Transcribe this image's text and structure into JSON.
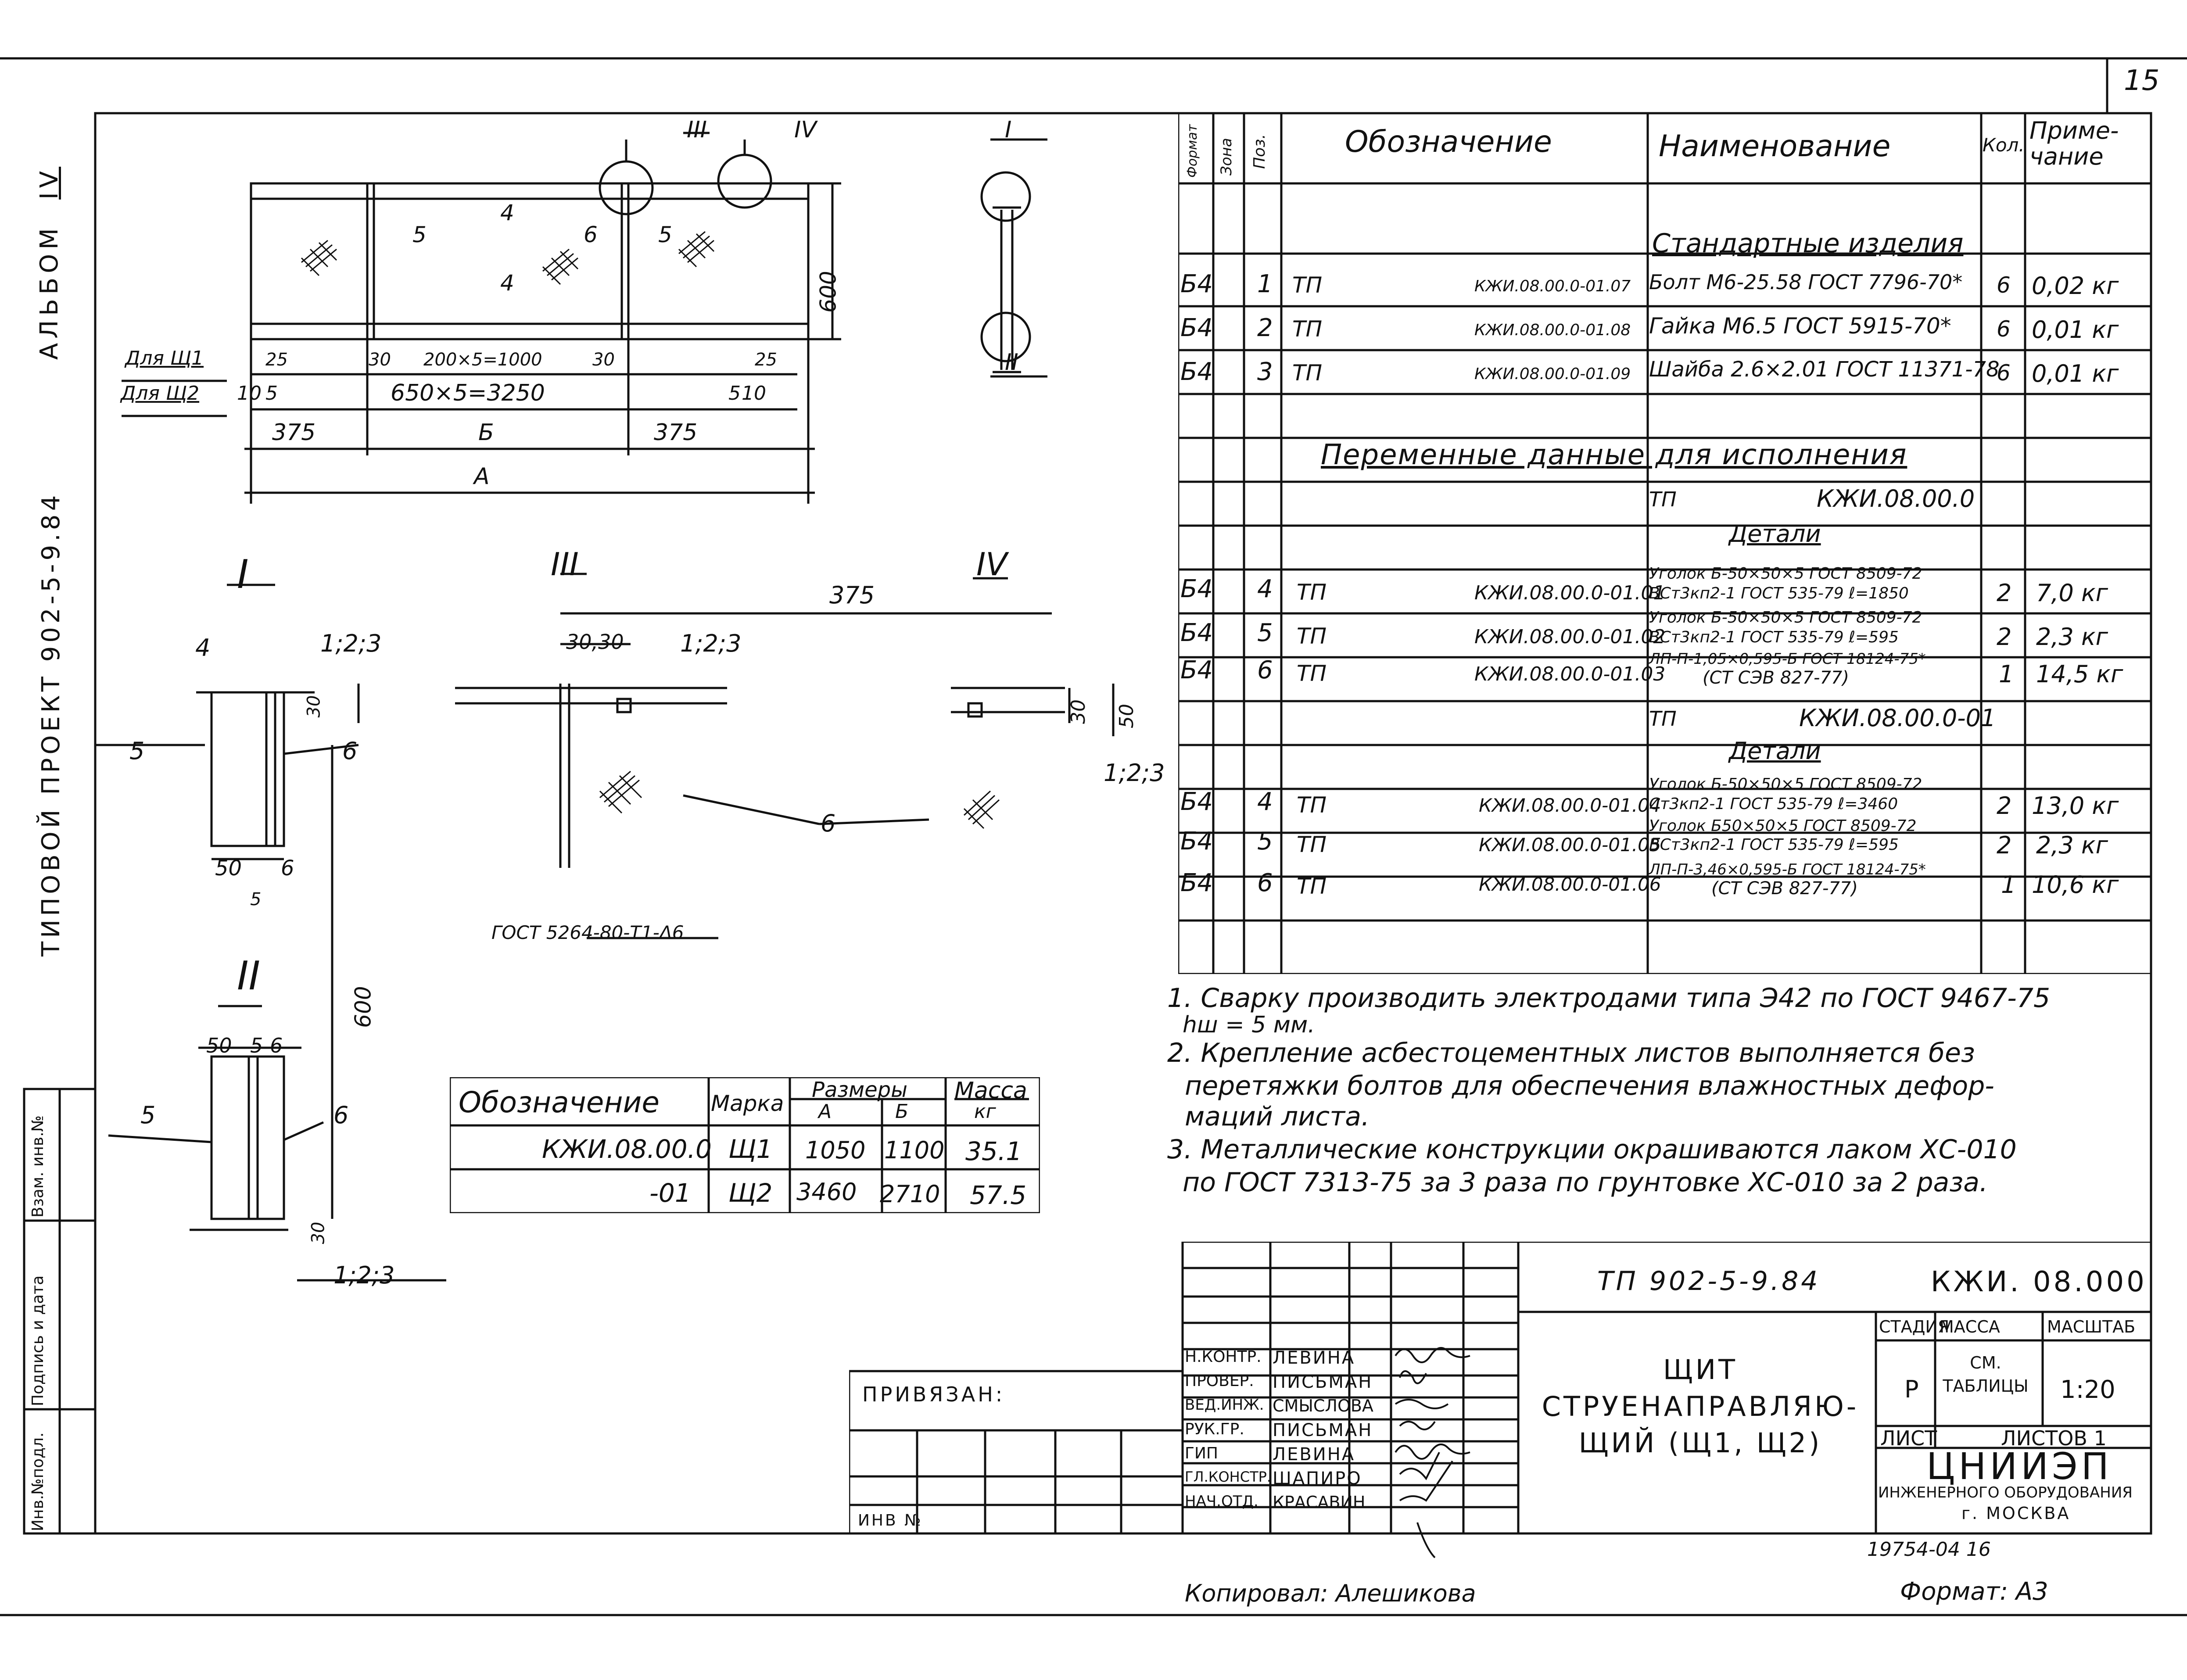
{
  "sheet": {
    "page_number": "15",
    "copied_by": "Копировал: Алешикова",
    "format": "Формат: А3",
    "archive_number": "19754-04   16"
  },
  "left_margin": {
    "album": "АЛЬБОМ",
    "album_number": "IV",
    "project": "ТИПОВОЙ  ПРОЕКТ  902-5-9.84",
    "fields": [
      "Инв.№подл.",
      "Подпись и дата",
      "Взам. инв.№"
    ]
  },
  "spec_table": {
    "headers": {
      "format": "Формат",
      "zone": "Зона",
      "pos": "Поз.",
      "designation": "Обозначение",
      "name": "Наименование",
      "qty": "Кол.",
      "note": "Приме-чание"
    },
    "sections": {
      "standard": "Стандартные изделия",
      "variable": "Переменные данные для исполнения",
      "tp1": "ТП",
      "code1": "КЖИ.08.00.0",
      "details1": "Детали",
      "tp2": "ТП",
      "code2": "КЖИ.08.00.0-01",
      "details2": "Детали"
    },
    "rows_standard": [
      {
        "format": "Б4",
        "pos": "1",
        "tp": "ТП",
        "designation": "КЖИ.08.00.0-01.07",
        "name": "Болт М6-25.58 ГОСТ 7796-70*",
        "qty": "6",
        "note": "0,02 кг"
      },
      {
        "format": "Б4",
        "pos": "2",
        "tp": "ТП",
        "designation": "КЖИ.08.00.0-01.08",
        "name": "Гайка М6.5 ГОСТ 5915-70*",
        "qty": "6",
        "note": "0,01 кг"
      },
      {
        "format": "Б4",
        "pos": "3",
        "tp": "ТП",
        "designation": "КЖИ.08.00.0-01.09",
        "name": "Шайба 2.6×2.01 ГОСТ 11371-78",
        "qty": "6",
        "note": "0,01 кг"
      }
    ],
    "rows_var1": [
      {
        "format": "Б4",
        "pos": "4",
        "tp": "ТП",
        "designation": "КЖИ.08.00.0-01.01",
        "name_top": "Уголок Б-50×50×5 ГОСТ 8509-72",
        "name_bot": "ВСт3кп2-1 ГОСТ 535-79 ℓ=1850",
        "qty": "2",
        "note": "7,0 кг"
      },
      {
        "format": "Б4",
        "pos": "5",
        "tp": "ТП",
        "designation": "КЖИ.08.00.0-01.02",
        "name_top": "Уголок Б-50×50×5 ГОСТ 8509-72",
        "name_bot": "ВСт3кп2-1 ГОСТ 535-79 ℓ=595",
        "qty": "2",
        "note": "2,3 кг"
      },
      {
        "format": "Б4",
        "pos": "6",
        "tp": "ТП",
        "designation": "КЖИ.08.00.0-01.03",
        "name_top": "ЛП-П-1,05×0,595-Б ГОСТ 18124-75*",
        "name_bot": "(СТ СЭВ 827-77)",
        "qty": "1",
        "note": "14,5 кг"
      }
    ],
    "rows_var2": [
      {
        "format": "Б4",
        "pos": "4",
        "tp": "ТП",
        "designation": "КЖИ.08.00.0-01.04",
        "name_top": "Уголок Б-50×50×5 ГОСТ 8509-72",
        "name_bot": "Ст3кп2-1 ГОСТ 535-79 ℓ=3460",
        "qty": "2",
        "note": "13,0 кг"
      },
      {
        "format": "Б4",
        "pos": "5",
        "tp": "ТП",
        "designation": "КЖИ.08.00.0-01.05",
        "name_top": "Уголок Б50×50×5 ГОСТ 8509-72",
        "name_bot": "ВСт3кп2-1 ГОСТ 535-79 ℓ=595",
        "qty": "2",
        "note": "2,3 кг"
      },
      {
        "format": "Б4",
        "pos": "6",
        "tp": "ТП",
        "designation": "КЖИ.08.00.0-01.06",
        "name_top": "ЛП-П-3,46×0,595-Б ГОСТ 18124-75*",
        "name_bot": "(СТ СЭВ 827-77)",
        "qty": "1",
        "note": "10,6 кг"
      }
    ]
  },
  "notes": [
    "1. Сварку производить электродами типа Э42 по ГОСТ 9467-75",
    "hш = 5 мм.",
    "2. Крепление асбестоцементных листов выполняется без",
    "перетяжки болтов для обеспечения влажностных дефор-",
    "маций листа.",
    "3. Металлические конструкции окрашиваются лаком ХС-010",
    "по ГОСТ 7313-75 за 3 раза по грунтовке ХС-010 за 2 раза."
  ],
  "dims_table": {
    "headers": {
      "designation": "Обозначение",
      "mark": "Марка",
      "sizes": "Размеры",
      "a": "А",
      "b": "Б",
      "mass": "Масса",
      "mass_unit": "кг"
    },
    "rows": [
      {
        "designation": "КЖИ.08.00.0",
        "mark": "Щ1",
        "a": "1050",
        "b": "1100",
        "mass": "35.1"
      },
      {
        "designation": "-01",
        "mark": "Щ2",
        "a": "3460",
        "b": "2710",
        "mass": "57.5"
      }
    ]
  },
  "title_block": {
    "project_code": "ТП 902-5-9.84",
    "doc_code": "КЖИ. 08.000",
    "title": "ЩИТ СТРУЕНАПРАВЛЯЮ- ЩИЙ (Щ1, Щ2)",
    "stage_label": "СТАДИЯ",
    "mass_label": "МАССА",
    "scale_label": "МАСШТАБ",
    "stage": "Р",
    "mass": "СМ. ТАБЛИЦЫ",
    "scale": "1:20",
    "sheet_label": "ЛИСТ",
    "sheets_label": "ЛИСТОВ 1",
    "org": "ЦНИИЭП",
    "org_sub": "ИНЖЕНЕРНОГО ОБОРУДОВАНИЯ",
    "city": "г. МОСКВА",
    "attached": "ПРИВЯЗАН:",
    "inv_no": "ИНВ №",
    "signatures": [
      {
        "role": "Н.КОНТР.",
        "name": "ЛЕВИНА"
      },
      {
        "role": "ПРОВЕР.",
        "name": "ПИСЬМАН"
      },
      {
        "role": "ВЕД.ИНЖ.",
        "name": "СМЫСЛОВА"
      },
      {
        "role": "РУК.ГР.",
        "name": "ПИСЬМАН"
      },
      {
        "role": "ГИП",
        "name": "ЛЕВИНА"
      },
      {
        "role": "ГЛ.КОНСТР.",
        "name": "ШАПИРО"
      },
      {
        "role": "НАЧ.ОТД.",
        "name": "КРАСАВИН"
      }
    ]
  },
  "drawing": {
    "plan_labels": {
      "sec_iii": "III",
      "sec_iv": "IV",
      "sec_i": "I",
      "sec_ii": "II",
      "p4a": "4",
      "p5a": "5",
      "p6": "6",
      "p5b": "5",
      "p4b": "4",
      "h600": "600"
    },
    "plan_dims": {
      "for_sh1": "Для Щ1",
      "for_sh2": "Для Щ2",
      "d25a": "25",
      "d30a": "30",
      "d200": "200×5=1000",
      "d30b": "30",
      "d25b": "25",
      "d10a": "10",
      "d5a": "5",
      "d650": "650×5=3250",
      "d5b": "5",
      "d10b": "10",
      "d375a": "375",
      "dB": "Б",
      "d375b": "375",
      "dA": "А"
    },
    "sec1_labels": {
      "title": "I",
      "p4": "4",
      "p123": "1;2;3",
      "d30": "30",
      "p5": "5",
      "p6": "6",
      "d50": "50",
      "d6": "6",
      "d5": "5"
    },
    "sec3_labels": {
      "title": "III",
      "d375": "375",
      "d3030": "30,30",
      "p123": "1;2;3",
      "weld": "ГОСТ 5264-80-Т1-Δ6",
      "p6": "6"
    },
    "sec4_labels": {
      "title": "IV",
      "d30": "30",
      "d50": "50",
      "p123": "1;2;3"
    },
    "sec2_labels": {
      "title": "II",
      "d50": "50",
      "d5": "5",
      "d6": "6",
      "p5": "5",
      "p6": "6",
      "d30": "30",
      "p123": "1;2;3",
      "d600": "600"
    },
    "detail_labels": {
      "top": "I",
      "bot": "II"
    }
  }
}
